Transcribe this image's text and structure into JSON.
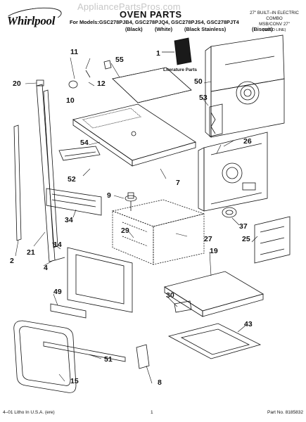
{
  "header": {
    "watermark": "AppliancePartsPros.com",
    "brand": "Whirlpool",
    "title": "OVEN PARTS",
    "models_line": "For Models:GSC278PJB4, GSC278PJQ4, GSC278PJS4, GSC278PJT4",
    "variants": [
      "(Black)",
      "(White)",
      "(Black Stainless)",
      "(Biscuit)"
    ],
    "product_lines": [
      "27\" BUILT–IN ELECTRIC",
      "COMBO",
      "MSB/CONV 27\"",
      "(GOLD LINE)"
    ]
  },
  "literature_label": "Literature Parts",
  "callouts": {
    "c1": "1",
    "c2": "2",
    "c4": "4",
    "c7": "7",
    "c8": "8",
    "c9": "9",
    "c10": "10",
    "c11": "11",
    "c12": "12",
    "c14": "14",
    "c15": "15",
    "c19": "19",
    "c20": "20",
    "c21": "21",
    "c25": "25",
    "c26": "26",
    "c27": "27",
    "c29": "29",
    "c30": "30",
    "c34": "34",
    "c37": "37",
    "c43": "43",
    "c49": "49",
    "c50": "50",
    "c51": "51",
    "c52": "52",
    "c53": "53",
    "c54": "54",
    "c55": "55"
  },
  "footer": {
    "left": "4–01 Litho In U.S.A. (ere)",
    "center": "1",
    "right": "Part No. 8185832"
  }
}
